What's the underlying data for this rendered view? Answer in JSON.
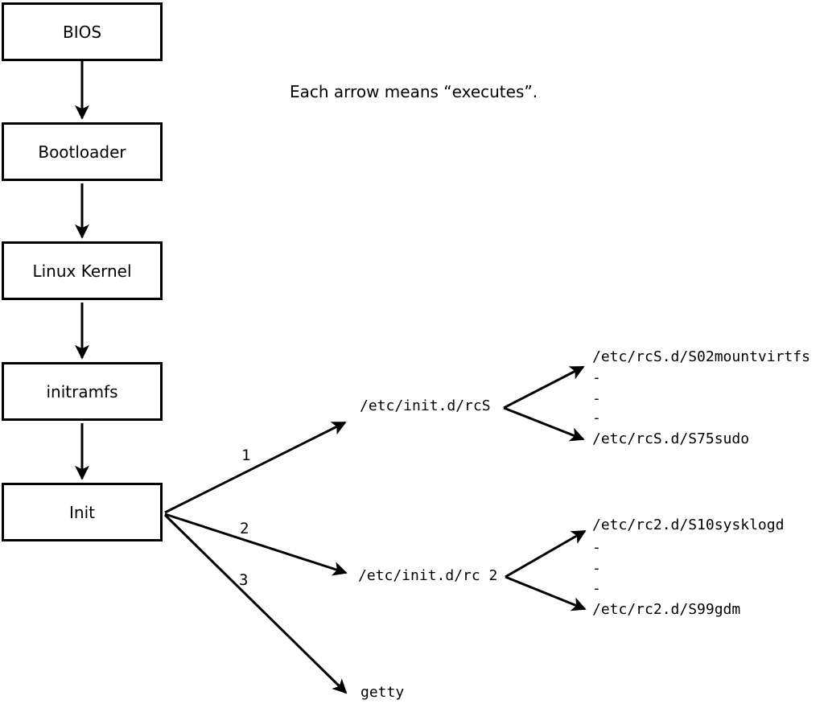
{
  "note": "Each arrow means “executes”.",
  "chain": {
    "items": [
      "BIOS",
      "Bootloader",
      "Linux Kernel",
      "initramfs",
      "Init"
    ]
  },
  "edges": {
    "e1": "1",
    "e2": "2",
    "e3": "3"
  },
  "level2": {
    "rcS": "/etc/init.d/rcS",
    "rc2": "/etc/init.d/rc 2",
    "getty": "getty"
  },
  "rcS_scripts": [
    "/etc/rcS.d/S02mountvirtfs",
    "-",
    "-",
    "-",
    "/etc/rcS.d/S75sudo"
  ],
  "rc2_scripts": [
    "/etc/rc2.d/S10sysklogd",
    "-",
    "-",
    "-",
    "/etc/rc2.d/S99gdm"
  ],
  "colors": {
    "ink": "#000000",
    "background": "#ffffff"
  }
}
